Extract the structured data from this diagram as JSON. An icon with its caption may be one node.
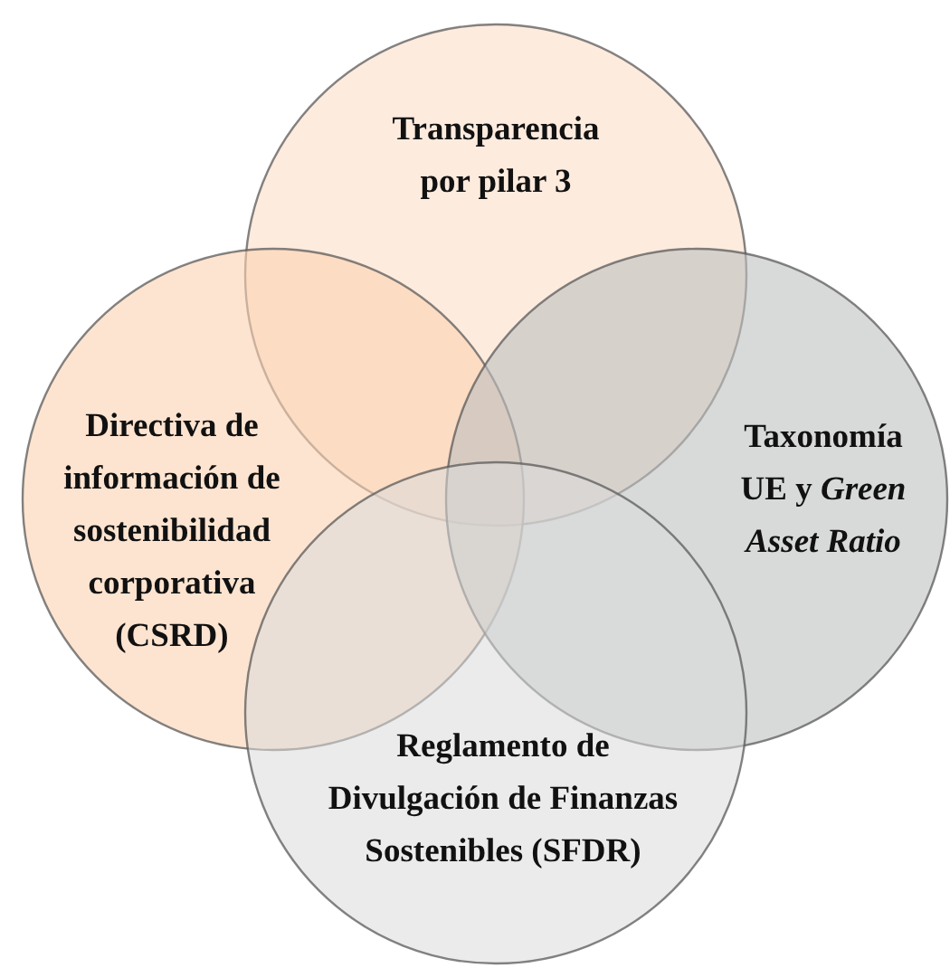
{
  "diagram": {
    "nodes": [
      {
        "text": [
          "Transparencia por pilar 3"
        ]
      },
      {
        "text": [
          "Directiva de información de sostenibilidad corporativa (CSRD)"
        ]
      },
      {
        "text": [
          "Taxonomía UE y *Green Asset Ratio*"
        ]
      },
      {
        "text": [
          "Reglamento de Divulgación de Finanzas Sostenibles (SFDR)"
        ]
      }
    ]
  }
}
